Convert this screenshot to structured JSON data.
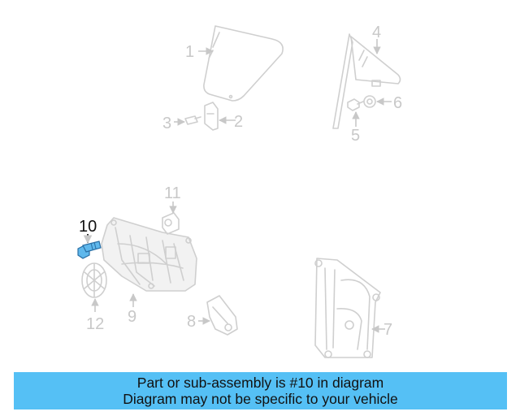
{
  "callouts": [
    {
      "id": "1",
      "label": "1"
    },
    {
      "id": "2",
      "label": "2"
    },
    {
      "id": "3",
      "label": "3"
    },
    {
      "id": "4",
      "label": "4"
    },
    {
      "id": "5",
      "label": "5"
    },
    {
      "id": "6",
      "label": "6"
    },
    {
      "id": "7",
      "label": "7"
    },
    {
      "id": "8",
      "label": "8"
    },
    {
      "id": "9",
      "label": "9"
    },
    {
      "id": "10",
      "label": "10"
    },
    {
      "id": "11",
      "label": "11"
    },
    {
      "id": "12",
      "label": "12"
    }
  ],
  "highlighted_part": "10",
  "banner": {
    "line1": "Part or sub-assembly is #10 in diagram",
    "line2": "Diagram may not be specific to your vehicle"
  },
  "colors": {
    "banner_bg": "#55c0f5",
    "highlight": "#5fb8ec",
    "inactive": "#c8c8c8"
  }
}
